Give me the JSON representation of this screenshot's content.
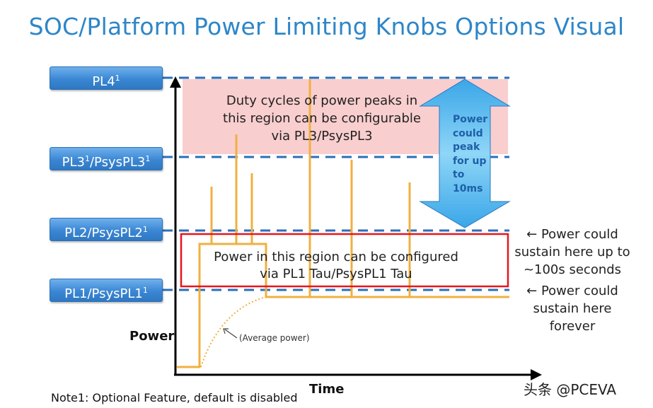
{
  "title": "SOC/Platform Power Limiting Knobs Options Visual",
  "labels": {
    "pl4": "PL4",
    "pl3": "PL3",
    "pl3_mid": "/PsysPL3",
    "pl2": "PL2/PsysPL2",
    "pl1": "PL1/PsysPL1",
    "sup": "1"
  },
  "duty_text": [
    "Duty cycles of power peaks in",
    "this region can be configurable",
    "via PL3/PsysPL3"
  ],
  "arrow_text": [
    "Power",
    "could",
    "peak",
    "for up",
    "to",
    "10ms"
  ],
  "region_text": [
    "Power in this region can be configured",
    "via PL1 Tau/PsysPL1 Tau"
  ],
  "sustain_100s": [
    "← Power could",
    "sustain here up to",
    "~100s seconds"
  ],
  "sustain_forever": [
    "← Power could",
    "sustain here",
    "forever"
  ],
  "avg_power": "(Average power)",
  "y_axis": "Power",
  "x_axis": "Time",
  "note": "Note1: Optional Feature, default is disabled",
  "watermark": "头条 @PCEVA",
  "colors": {
    "accent": "#2e86c8",
    "pink": "#f7c7c7",
    "red": "#e8141e",
    "orange": "#f0b040",
    "dash": "#2a6fb8",
    "arrow": "#6cc3f0"
  }
}
